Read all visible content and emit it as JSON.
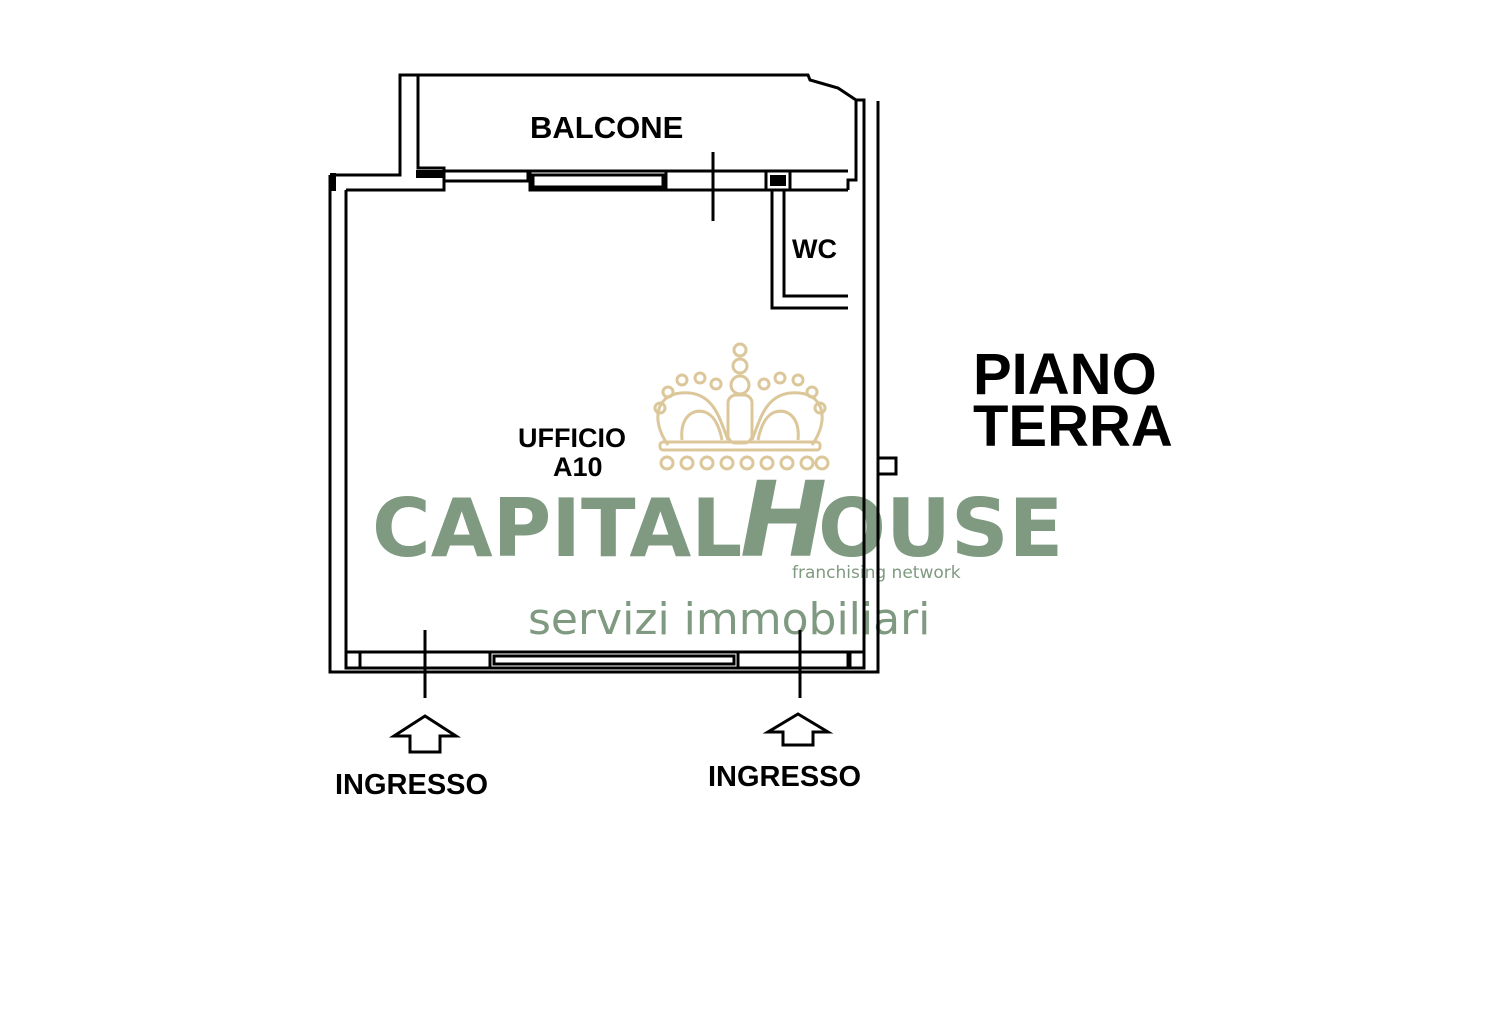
{
  "plan": {
    "floor_title_line1": "PIANO",
    "floor_title_line2": "TERRA",
    "rooms": {
      "balcony": "BALCONE",
      "wc": "WC",
      "office_line1": "UFFICIO",
      "office_line2": "A10"
    },
    "entrances": {
      "left": "INGRESSO",
      "right": "INGRESSO"
    }
  },
  "watermark": {
    "brand_part1": "CAPITAL",
    "brand_part2": "H",
    "brand_part3": "OUSE",
    "tagline": "franchising network",
    "subtitle": "servizi immobiliari",
    "color_brand": "#7f9a80",
    "color_crown": "#dcc79a"
  },
  "colors": {
    "line": "#000000",
    "background": "#ffffff"
  }
}
